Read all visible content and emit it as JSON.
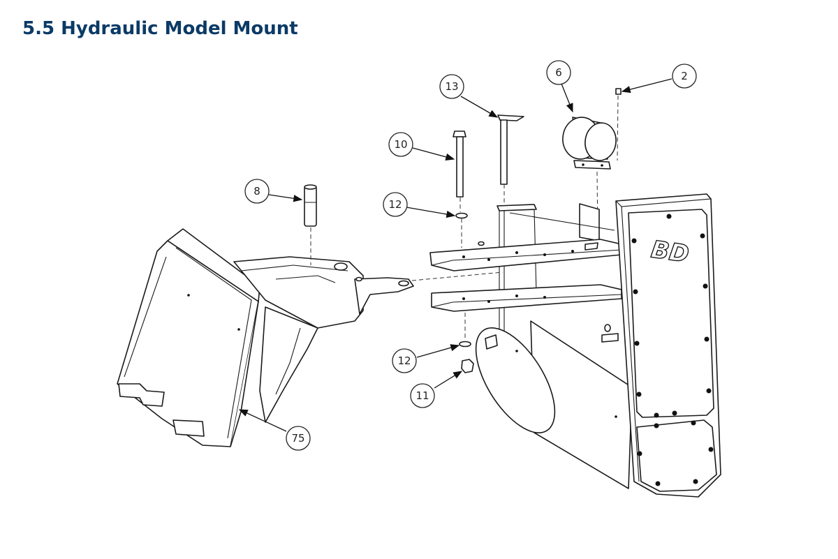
{
  "title": "5.5 Hydraulic Model Mount",
  "colors": {
    "title": "#0b3a66",
    "line": "#1a1a1a"
  },
  "logo_text": "BD",
  "callouts": [
    {
      "id": "callout-13",
      "label": "13"
    },
    {
      "id": "callout-6",
      "label": "6"
    },
    {
      "id": "callout-2",
      "label": "2"
    },
    {
      "id": "callout-10",
      "label": "10"
    },
    {
      "id": "callout-8",
      "label": "8"
    },
    {
      "id": "callout-12-top",
      "label": "12"
    },
    {
      "id": "callout-12-bottom",
      "label": "12"
    },
    {
      "id": "callout-11",
      "label": "11"
    },
    {
      "id": "callout-75",
      "label": "75"
    }
  ]
}
